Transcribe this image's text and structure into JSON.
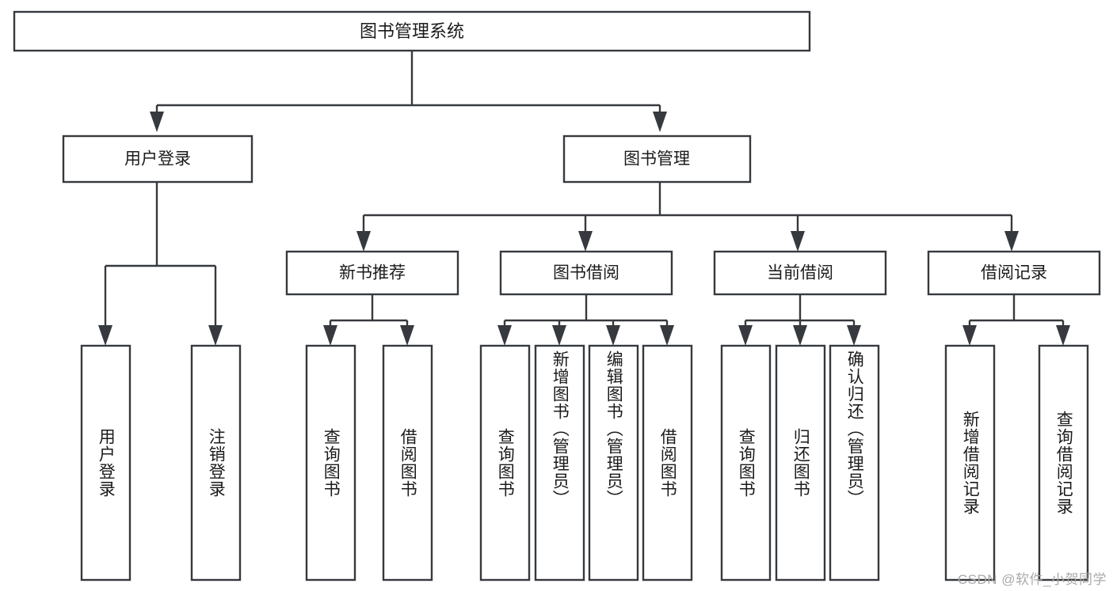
{
  "diagram": {
    "type": "tree-hierarchy-chart",
    "title": "图书管理系统",
    "colors": {
      "stroke": "#36393d",
      "box_fill": "#ffffff",
      "text": "#1b1b1b",
      "background": "#ffffff",
      "watermark": "#a9a9a9"
    },
    "root": {
      "label": "图书管理系统",
      "name": "root-node"
    },
    "level2": [
      {
        "label": "用户登录",
        "name": "node-user-login"
      },
      {
        "label": "图书管理",
        "name": "node-book-management"
      }
    ],
    "level3": [
      {
        "label": "新书推荐",
        "name": "node-new-book-recommend"
      },
      {
        "label": "图书借阅",
        "name": "node-book-borrow"
      },
      {
        "label": "当前借阅",
        "name": "node-current-borrow"
      },
      {
        "label": "借阅记录",
        "name": "node-borrow-record"
      }
    ],
    "leaves": {
      "user_login": [
        {
          "label": "用户登录",
          "name": "leaf-user-login"
        },
        {
          "label": "注销登录",
          "name": "leaf-logout"
        }
      ],
      "new_book_recommend": [
        {
          "label": "查询图书",
          "name": "leaf-query-book-1"
        },
        {
          "label": "借阅图书",
          "name": "leaf-borrow-book-1"
        }
      ],
      "book_borrow": [
        {
          "label": "查询图书",
          "name": "leaf-query-book-2"
        },
        {
          "label": "新增图书（管理员）",
          "name": "leaf-add-book-admin"
        },
        {
          "label": "编辑图书（管理员）",
          "name": "leaf-edit-book-admin"
        },
        {
          "label": "借阅图书",
          "name": "leaf-borrow-book-2"
        }
      ],
      "current_borrow": [
        {
          "label": "查询图书",
          "name": "leaf-query-book-3"
        },
        {
          "label": "归还图书",
          "name": "leaf-return-book"
        },
        {
          "label": "确认归还（管理员）",
          "name": "leaf-confirm-return-admin"
        }
      ],
      "borrow_record": [
        {
          "label": "新增借阅记录",
          "name": "leaf-add-borrow-record"
        },
        {
          "label": "查询借阅记录",
          "name": "leaf-query-borrow-record"
        }
      ]
    },
    "watermark": "CSDN @软件_小贺同学"
  }
}
